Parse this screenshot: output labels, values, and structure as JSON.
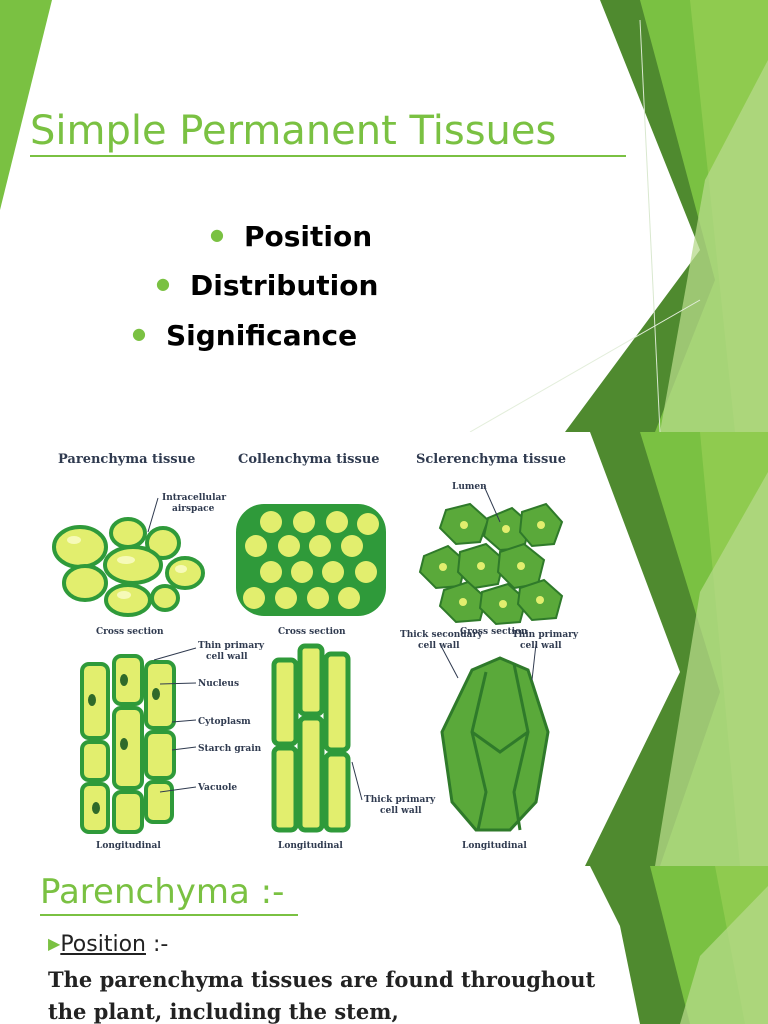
{
  "slide1": {
    "title": "Simple Permanent Tissues",
    "bullets": [
      "Position",
      "Distribution",
      "Significance"
    ]
  },
  "diagram": {
    "headers": [
      "Parenchyma tissue",
      "Collenchyma tissue",
      "Sclerenchyma tissue"
    ],
    "labels": {
      "intracellular_1": "Intracellular",
      "intracellular_2": "airspace",
      "lumen": "Lumen",
      "cross_section": "Cross section",
      "thin_primary_1": "Thin primary",
      "thin_primary_2": "cell wall",
      "nucleus": "Nucleus",
      "cytoplasm": "Cytoplasm",
      "starch_grain": "Starch grain",
      "vacuole": "Vacuole",
      "thick_primary_1": "Thick primary",
      "thick_primary_2": "cell wall",
      "thick_secondary_1": "Thick secondary",
      "thick_secondary_2": "cell wall",
      "longitudinal": "Longitudinal"
    }
  },
  "slide3": {
    "title": "Parenchyma :-",
    "position_label": "Position",
    "position_suffix": " :-",
    "body": "The parenchyma tissues are found throughout the plant, including the stem,"
  },
  "colors": {
    "accent": "#7ac142",
    "dark_green": "#4f8a2f",
    "light_green": "#b5d98a",
    "cell_fill": "#e2ee6e",
    "cell_stroke": "#2f9a3a"
  }
}
